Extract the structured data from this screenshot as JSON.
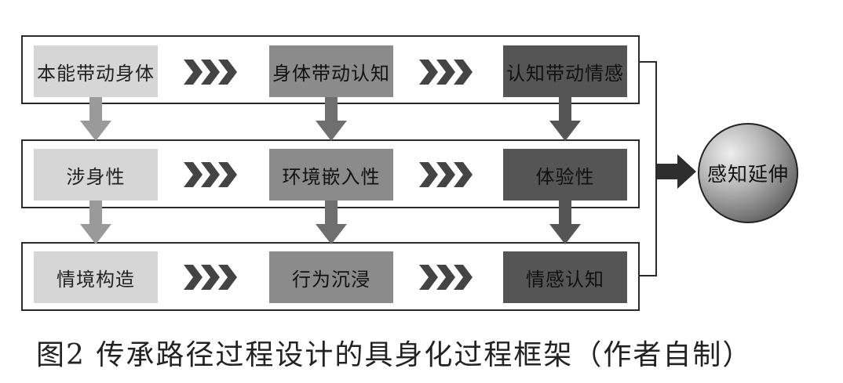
{
  "rows": [
    {
      "nodes": [
        "本能带动身体",
        "身体带动认知",
        "认知带动情感"
      ]
    },
    {
      "nodes": [
        "涉身性",
        "环境嵌入性",
        "体验性"
      ]
    },
    {
      "nodes": [
        "情境构造",
        "行为沉浸",
        "情感认知"
      ]
    }
  ],
  "result": "感知延伸",
  "caption": "图2 传承路径过程设计的具身化过程框架（作者自制）",
  "colors": {
    "light": "#d6d6d6",
    "mid": "#8b8b8b",
    "dark": "#555555",
    "arrow_light": "#9a9a9a",
    "arrow_mid": "#6f6f6f",
    "arrow_dark": "#555555",
    "chevron": "#444444",
    "frame": "#2a2a2a"
  }
}
